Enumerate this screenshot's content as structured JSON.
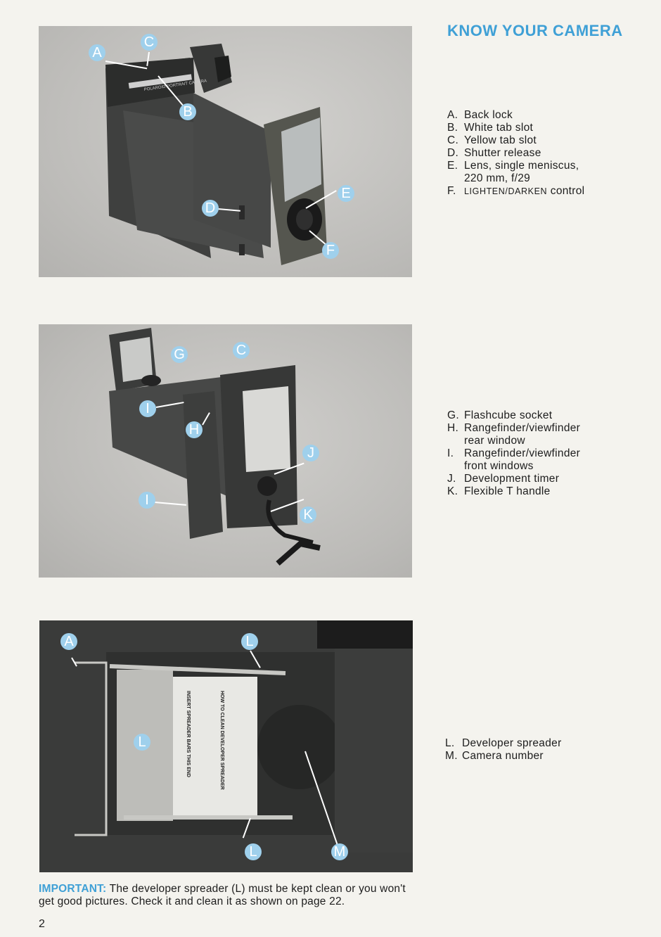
{
  "title": "KNOW YOUR CAMERA",
  "photos": [
    {
      "callouts": [
        "A",
        "C",
        "B",
        "D",
        "E",
        "F"
      ],
      "body_label": "POLAROID PORTRAIT CAMERA"
    },
    {
      "callouts": [
        "G",
        "C",
        "I",
        "H",
        "J",
        "I",
        "K"
      ]
    },
    {
      "callouts": [
        "A",
        "L",
        "L",
        "L",
        "M"
      ],
      "card_text": "HOW TO CLEAN DEVELOPER SPREADER",
      "card_text2": "INSERT SPREADER BARS THIS END"
    }
  ],
  "legend1": [
    {
      "key": "A.",
      "text": "Back lock"
    },
    {
      "key": "B.",
      "text": "White tab slot"
    },
    {
      "key": "C.",
      "text": "Yellow tab slot"
    },
    {
      "key": "D.",
      "text": "Shutter release"
    },
    {
      "key": "E.",
      "text": "Lens, single meniscus,\n220 mm, f/29"
    },
    {
      "key": "F.",
      "text_caps": "LIGHTEN/DARKEN",
      "text": " control"
    }
  ],
  "legend2": [
    {
      "key": "G.",
      "text": "Flashcube socket"
    },
    {
      "key": "H.",
      "text": "Rangefinder/viewfinder\nrear window"
    },
    {
      "key": "I.",
      "text": "Rangefinder/viewfinder\nfront windows"
    },
    {
      "key": "J.",
      "text": "Development timer"
    },
    {
      "key": "K.",
      "text": "Flexible T handle"
    }
  ],
  "legend3": [
    {
      "key": "L.",
      "text": "Developer spreader"
    },
    {
      "key": "M.",
      "text": "Camera number"
    }
  ],
  "important": {
    "label": "IMPORTANT:",
    "text": " The developer spreader (L) must be kept clean or you won't get good pictures. Check it and clean it as shown on page 22."
  },
  "page_number": "2",
  "colors": {
    "accent": "#3fa0d6",
    "callout": "#9fd0ec",
    "paper": "#f4f3ee"
  }
}
